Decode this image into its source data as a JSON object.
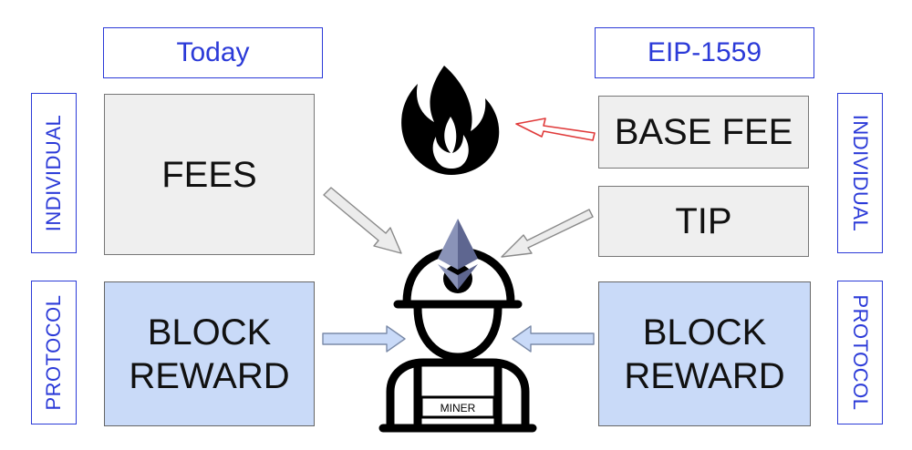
{
  "left": {
    "header": "Today",
    "side_top": "INDIVIDUAL",
    "side_bottom": "PROTOCOL",
    "fees": "FEES",
    "block_reward_line1": "BLOCK",
    "block_reward_line2": "REWARD"
  },
  "right": {
    "header": "EIP-1559",
    "side_top": "INDIVIDUAL",
    "side_bottom": "PROTOCOL",
    "base_fee": "BASE FEE",
    "tip": "TIP",
    "block_reward_line1": "BLOCK",
    "block_reward_line2": "REWARD"
  },
  "miner": {
    "label": "MINER"
  },
  "icons": [
    "fire-icon",
    "ethereum-icon",
    "miner-icon"
  ],
  "colors": {
    "accent_blue": "#2b3ad8",
    "box_gray": "#efefef",
    "box_blue": "#c9daf8",
    "burn_arrow": "#e03b3b"
  }
}
